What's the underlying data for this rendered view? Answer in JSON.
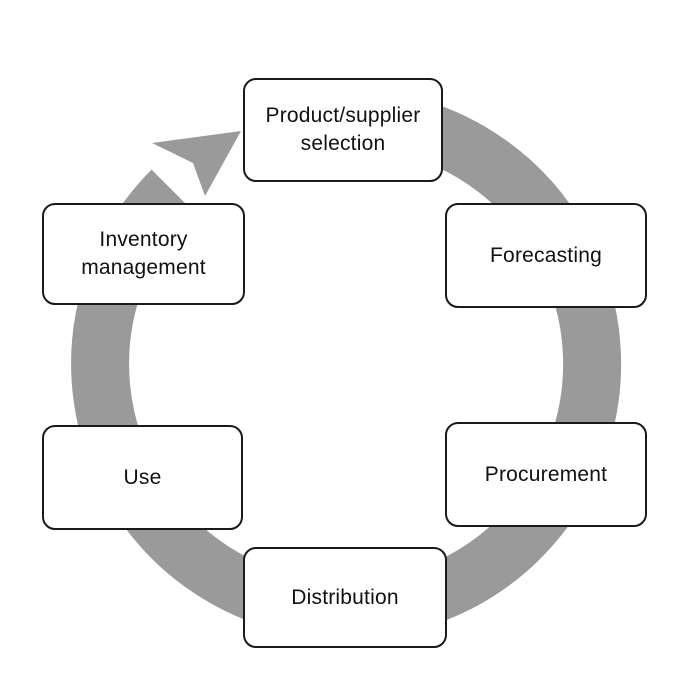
{
  "diagram": {
    "type": "cycle",
    "direction": "clockwise",
    "nodes": [
      {
        "label": "Product/supplier selection"
      },
      {
        "label": "Forecasting"
      },
      {
        "label": "Procurement"
      },
      {
        "label": "Distribution"
      },
      {
        "label": "Use"
      },
      {
        "label": "Inventory management"
      }
    ],
    "colors": {
      "arrow": "#9a9a9a",
      "box_fill": "#ffffff",
      "box_border": "#1a1a1a",
      "text": "#111111",
      "background": "#ffffff"
    }
  }
}
